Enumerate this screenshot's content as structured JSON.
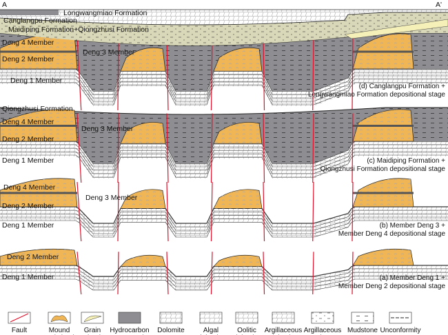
{
  "section_ends": {
    "left": "A",
    "right": "A'"
  },
  "panels": {
    "d": {
      "caption_1": "(d) Canglangpu Formation +",
      "caption_2": "Longwangmiao Formation depositional stage",
      "labels": {
        "longwangmiao": "Longwangmiao Formation",
        "canglangpu": "Canglangpu Formation",
        "maidiping": "Maidiping Formation+Qiongzhusi Formation",
        "deng4": "Deng 4 Member",
        "deng3": "Deng 3 Member",
        "deng2": "Deng 2 Member",
        "deng1": "Deng 1 Member"
      }
    },
    "c": {
      "caption_1": "(c) Maidiping Formation +",
      "caption_2": "Qiongzhusi Formation depositional stage",
      "labels": {
        "qiongzhusi": "Qiongzhusi Formation",
        "deng4": "Deng 4 Member",
        "deng3": "Deng 3 Member",
        "deng2": "Deng 2 Member",
        "deng1": "Deng 1 Member"
      }
    },
    "b": {
      "caption_1": "(b) Member Deng 3 +",
      "caption_2": "Member Deng 4 depositional stage",
      "labels": {
        "deng4": "Deng 4 Member",
        "deng3": "Deng 3 Member",
        "deng2": "Deng 2 Member",
        "deng1": "Deng 1 Member"
      }
    },
    "a": {
      "caption_1": "(a) Member Deng 1 +",
      "caption_2": "Member Deng 2 depositional stage",
      "labels": {
        "deng2": "Deng 2 Member",
        "deng1": "Deng 1 Member"
      }
    }
  },
  "legend": [
    {
      "label_1": "Fault",
      "label_2": "",
      "icon": "fault"
    },
    {
      "label_1": "Mound",
      "label_2": "and shoal",
      "icon": "mound-shoal"
    },
    {
      "label_1": "Grain",
      "label_2": "shoal",
      "icon": "grain-shoal"
    },
    {
      "label_1": "Hydrocarbon",
      "label_2": "source rocks",
      "icon": "source-rocks"
    },
    {
      "label_1": "Dolomite",
      "label_2": "",
      "icon": "dolomite"
    },
    {
      "label_1": "Algal",
      "label_2": "dolomite",
      "icon": "algal-dolomite"
    },
    {
      "label_1": "Oolitic",
      "label_2": "dolomite",
      "icon": "oolitic-dolomite"
    },
    {
      "label_1": "Argillaceous",
      "label_2": "dolomite",
      "icon": "argillaceous-dolomite"
    },
    {
      "label_1": "Argillaceous",
      "label_2": "sandstone",
      "icon": "argillaceous-sandstone"
    },
    {
      "label_1": "Mudstone",
      "label_2": "",
      "icon": "mudstone"
    },
    {
      "label_1": "Unconformity",
      "label_2": "",
      "icon": "unconformity"
    }
  ],
  "colors": {
    "shoal": "#f0b555",
    "grain_shoal": "#f5f0b8",
    "source_rock": "#8e8e92",
    "canglangpu": "#d9d8b8",
    "fault": "#e0102a",
    "line": "#222222"
  }
}
